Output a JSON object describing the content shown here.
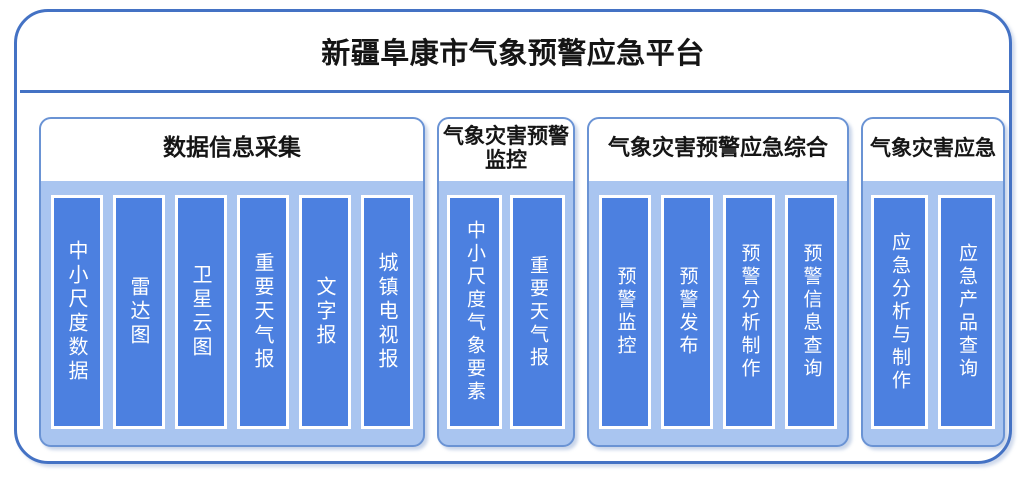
{
  "colors": {
    "outer_border": "#4472C4",
    "panel_border": "#6A93D4",
    "panel_body_bg": "#A9C5F0",
    "item_bg": "#4C80E0",
    "item_border": "#FFFFFF",
    "title_text": "#151515",
    "item_text": "#FFFFFF",
    "page_bg": "#FFFFFF"
  },
  "header": {
    "title": "新疆阜康市气象预警应急平台"
  },
  "panels": [
    {
      "id": "data-collection",
      "title": "数据信息采集",
      "items": [
        {
          "label": "中小尺度数据"
        },
        {
          "label": "雷达图"
        },
        {
          "label": "卫星云图"
        },
        {
          "label": "重要天气报"
        },
        {
          "label": "文字报"
        },
        {
          "label": "城镇电视报"
        }
      ]
    },
    {
      "id": "disaster-warning-monitoring",
      "title": "气象灾害预警监控",
      "items": [
        {
          "label": "中小尺度气象要素"
        },
        {
          "label": "重要天气报"
        }
      ]
    },
    {
      "id": "warning-emergency-integrated",
      "title": "气象灾害预警应急综合",
      "items": [
        {
          "label": "预警监控"
        },
        {
          "label": "预警发布"
        },
        {
          "label": "预警分析制作"
        },
        {
          "label": "预警信息查询"
        }
      ]
    },
    {
      "id": "disaster-emergency",
      "title": "气象灾害应急",
      "items": [
        {
          "label": "应急分析与制作"
        },
        {
          "label": "应急产品查询"
        }
      ]
    }
  ]
}
